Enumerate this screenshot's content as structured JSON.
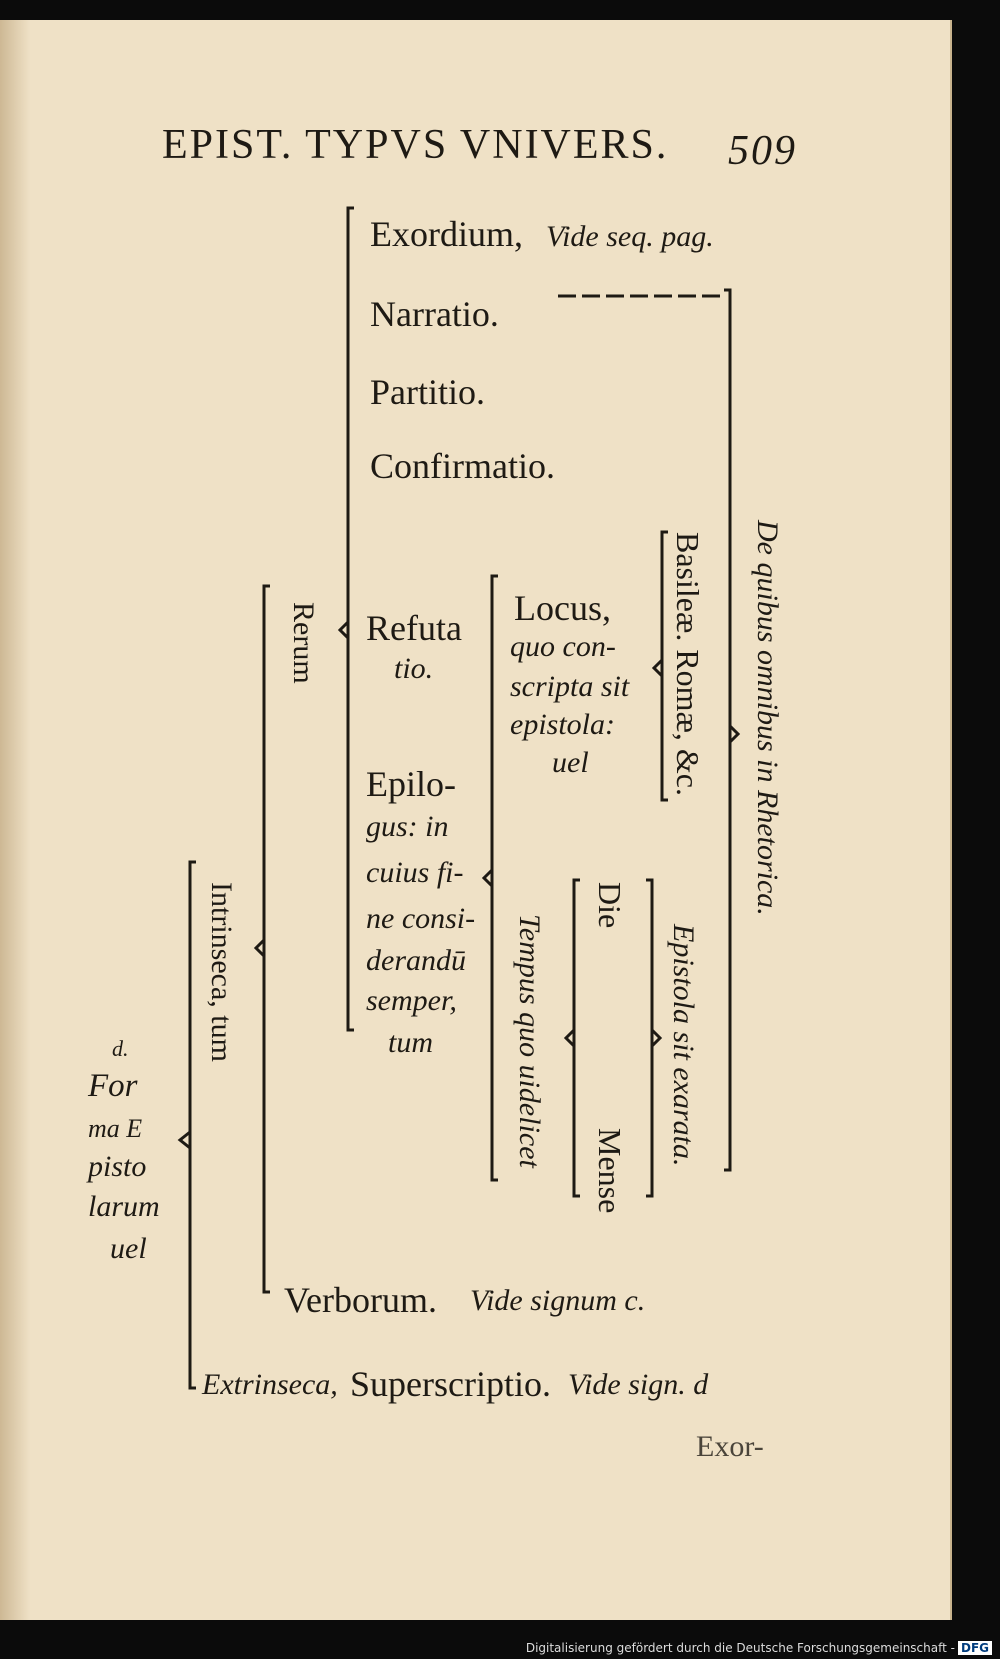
{
  "header": {
    "running_title": "EPIST. TYPVS VNIVERS.",
    "page_number": "509"
  },
  "tree": {
    "root_label": "d.",
    "root_title": [
      "For",
      "ma E",
      "pisto",
      "larum",
      "uel"
    ],
    "intrinseca": "Intrinseca, tum",
    "rerum": "Rerum",
    "parts": {
      "exordium": "Exordium,",
      "exordium_ref": "Vide seq. pag.",
      "narratio": "Narratio.",
      "partitio": "Partitio.",
      "confirmatio": "Confirmatio.",
      "refutatio": [
        "Refuta",
        "tio."
      ],
      "epilogus": [
        "Epilo-",
        "gus: in",
        "cuius fi-",
        "ne consi-",
        "derandū",
        "semper,",
        "tum"
      ]
    },
    "locus": [
      "Locus,",
      "quo con-",
      "scripta sit",
      "epistola:",
      "uel"
    ],
    "locus_examples": "Basileæ. Romæ, &c.",
    "tempus": "Tempus quo uidelicet",
    "die": "Die",
    "mense": "Mense",
    "epistola_exarata": "Epistola sit exarata.",
    "de_quibus": "De quibus omnibus in Rhetorica.",
    "verborum": "Verborum.",
    "verborum_ref": "Vide signum c.",
    "extrinseca": "Extrinseca,",
    "superscriptio": "Superscriptio.",
    "extrinseca_ref": "Vide sign. d"
  },
  "catchword": "Exor-",
  "footer": {
    "credit": "Digitalisierung gefördert durch die Deutsche Forschungsgemeinschaft -",
    "logo": "DFG"
  }
}
